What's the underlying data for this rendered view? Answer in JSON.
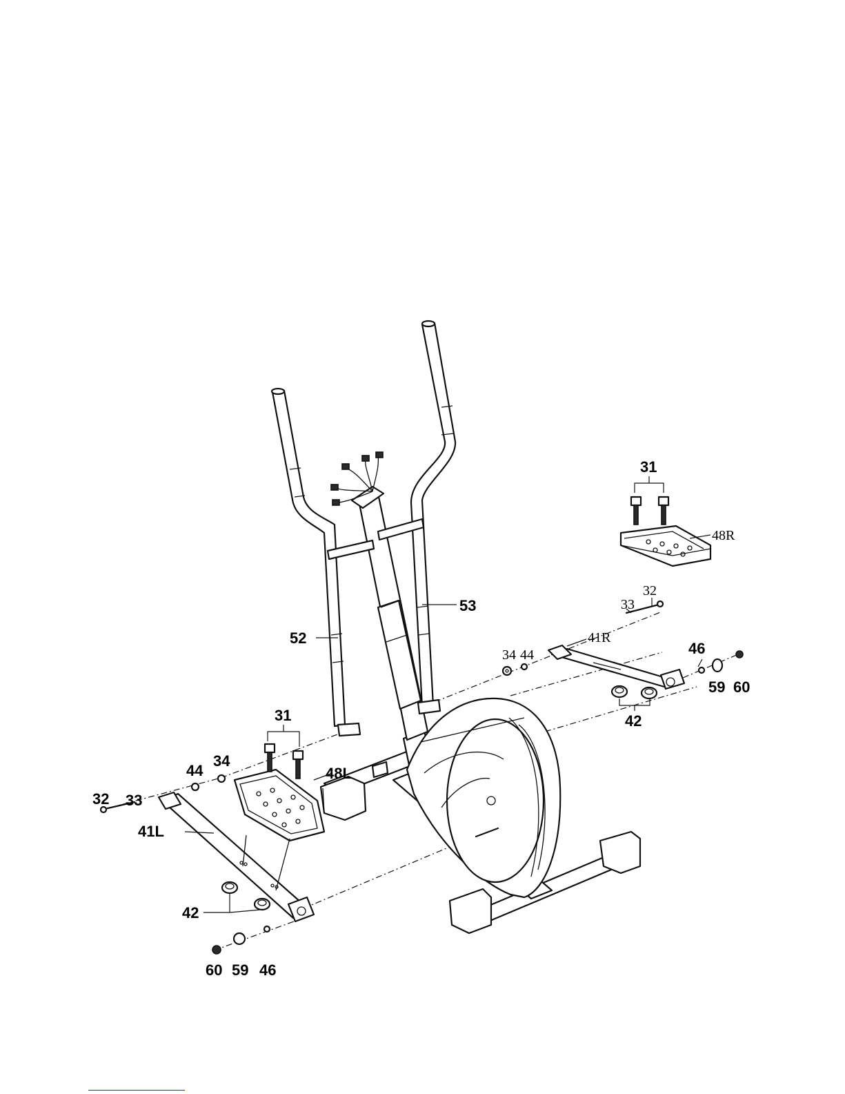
{
  "callouts": {
    "c31_right": "31",
    "c48R": "48R",
    "c32_right": "32",
    "c33_right": "33",
    "c53": "53",
    "c52": "52",
    "c41R": "41R",
    "c34_right": "34",
    "c44_right": "44",
    "c46_right": "46",
    "c59_right": "59",
    "c60_right": "60",
    "c42_right": "42",
    "c31_left": "31",
    "c44_left": "44",
    "c34_left": "34",
    "c48L": "48L",
    "c32_left": "32",
    "c33_left": "33",
    "c41L": "41L",
    "c42_left": "42",
    "c60_left": "60",
    "c59_left": "59",
    "c46_left": "46"
  }
}
